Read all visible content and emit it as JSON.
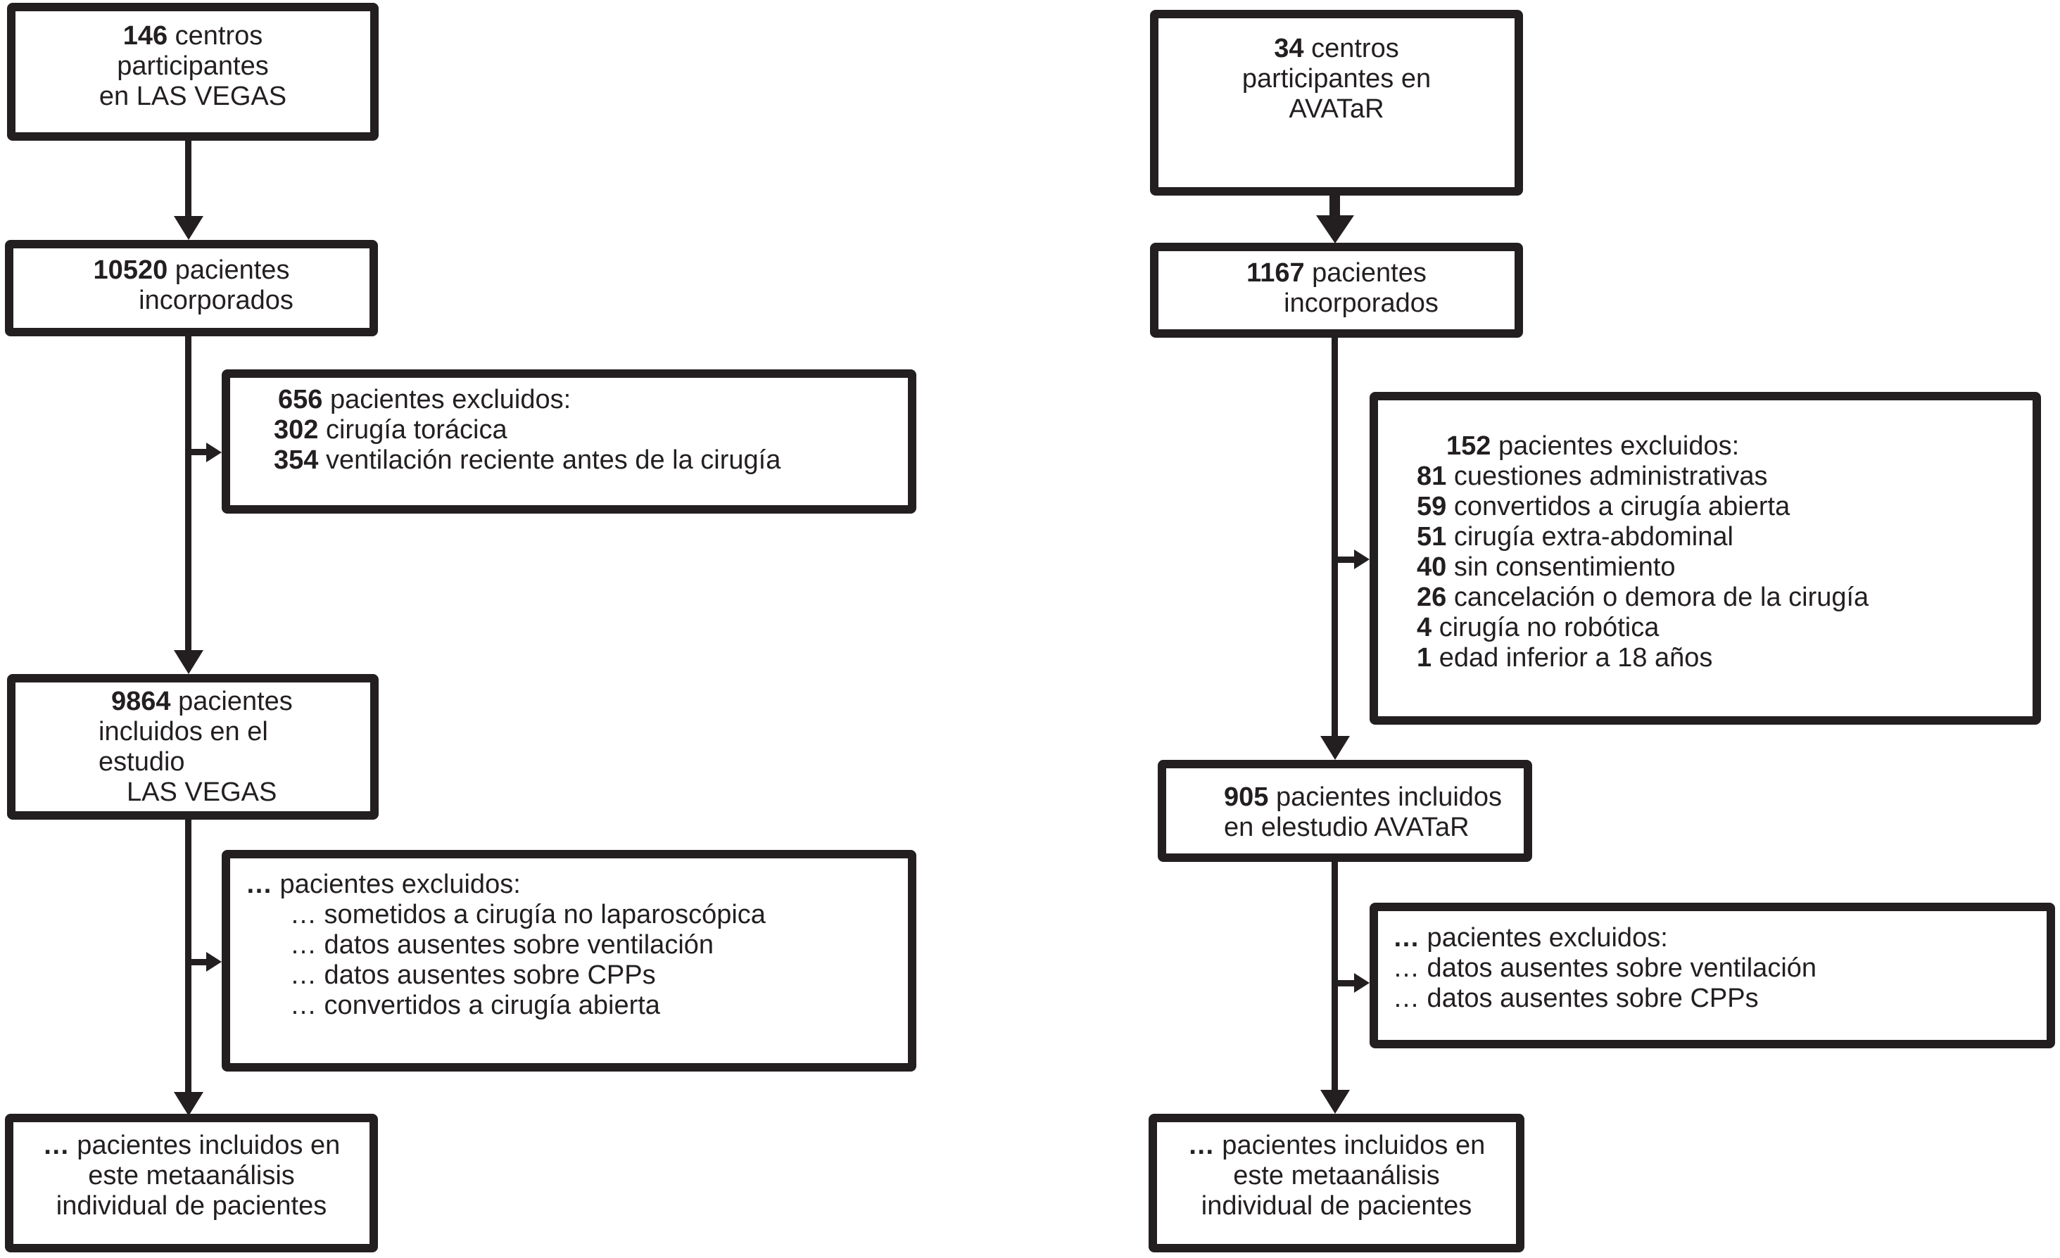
{
  "styles": {
    "ink": "#231f20",
    "background": "#ffffff"
  },
  "left": {
    "study_name": "LAS VEGAS",
    "centers": {
      "lines": [
        [
          "146",
          " centros"
        ],
        [
          "",
          "participantes"
        ],
        [
          "",
          "en LAS VEGAS"
        ]
      ]
    },
    "enrolled": {
      "lines": [
        [
          "10520",
          " pacientes"
        ],
        [
          "",
          "incorporados"
        ]
      ]
    },
    "excluded1": {
      "lines": [
        [
          "656",
          " pacientes excluidos:"
        ],
        [
          "302",
          " cirugía torácica"
        ],
        [
          "354",
          " ventilación reciente antes de la cirugía"
        ]
      ]
    },
    "included_study": {
      "lines": [
        [
          "9864",
          " pacientes"
        ],
        [
          "",
          "incluidos en el"
        ],
        [
          "",
          "estudio"
        ],
        [
          "",
          "LAS VEGAS"
        ]
      ]
    },
    "excluded2": {
      "lines": [
        [
          "…",
          " pacientes excluidos:"
        ],
        [
          "",
          "… sometidos a cirugía no laparoscópica"
        ],
        [
          "",
          "… datos ausentes sobre ventilación"
        ],
        [
          "",
          "… datos ausentes sobre CPPs"
        ],
        [
          "",
          "… convertidos a cirugía abierta"
        ]
      ]
    },
    "included_meta": {
      "lines": [
        [
          "…",
          " pacientes incluidos en"
        ],
        [
          "",
          "este metaanálisis"
        ],
        [
          "",
          "individual de pacientes"
        ]
      ]
    }
  },
  "right": {
    "study_name": "AVATaR",
    "centers": {
      "lines": [
        [
          "34",
          " centros"
        ],
        [
          "",
          "participantes en"
        ],
        [
          "",
          "AVATaR"
        ]
      ]
    },
    "enrolled": {
      "lines": [
        [
          "1167",
          " pacientes"
        ],
        [
          "",
          "incorporados"
        ]
      ]
    },
    "excluded1": {
      "lines": [
        [
          "152",
          " pacientes excluidos:"
        ],
        [
          "81",
          " cuestiones administrativas"
        ],
        [
          "59",
          " convertidos a cirugía abierta"
        ],
        [
          "51",
          " cirugía extra-abdominal"
        ],
        [
          "40",
          " sin consentimiento"
        ],
        [
          "26",
          " cancelación o demora de la cirugía"
        ],
        [
          "4",
          " cirugía no robótica"
        ],
        [
          "1",
          " edad inferior a 18 años"
        ]
      ]
    },
    "included_study": {
      "lines": [
        [
          "905",
          " pacientes incluidos"
        ],
        [
          "",
          "en elestudio AVATaR"
        ]
      ]
    },
    "excluded2": {
      "lines": [
        [
          "…",
          " pacientes excluidos:"
        ],
        [
          "",
          "… datos ausentes sobre ventilación"
        ],
        [
          "",
          "… datos ausentes sobre CPPs"
        ]
      ]
    },
    "included_meta": {
      "lines": [
        [
          "…",
          " pacientes incluidos en"
        ],
        [
          "",
          "este metaanálisis"
        ],
        [
          "",
          "individual de pacientes"
        ]
      ]
    }
  }
}
